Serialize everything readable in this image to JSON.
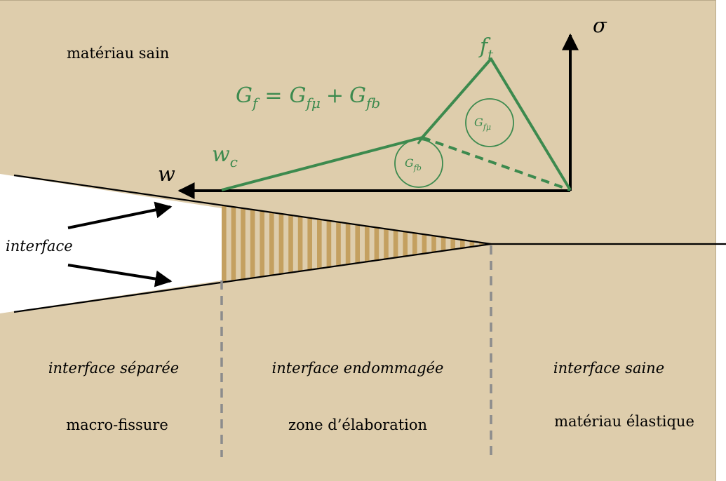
{
  "labels": {
    "top_left": "matériau sain",
    "sigma": "σ",
    "w": "w",
    "interface": "interface",
    "gf_lhs": "G",
    "gf_lhs_sub": "f",
    "gf_eq": "=",
    "gf_t1": "G",
    "gf_t1_sub": "fμ",
    "gf_plus": "+",
    "gf_t2": "G",
    "gf_t2_sub": "fb",
    "ft": "f",
    "ft_sub": "t",
    "wc": "w",
    "wc_sub": "c",
    "circle_fmu": "G",
    "circle_fmu_sub": "fμ",
    "circle_fb": "G",
    "circle_fb_sub": "fb",
    "zone1_title": "interface séparée",
    "zone1_sub": "macro-fissure",
    "zone2_title": "interface endommagée",
    "zone2_sub": "zone d’élaboration",
    "zone3_title": "interface saine",
    "zone3_sub": "matériau élastique"
  },
  "colors": {
    "background": "#decdac",
    "hatch": "#c4a060",
    "curve": "#3c8a4e",
    "dashed_divider": "#8c8c8c"
  }
}
